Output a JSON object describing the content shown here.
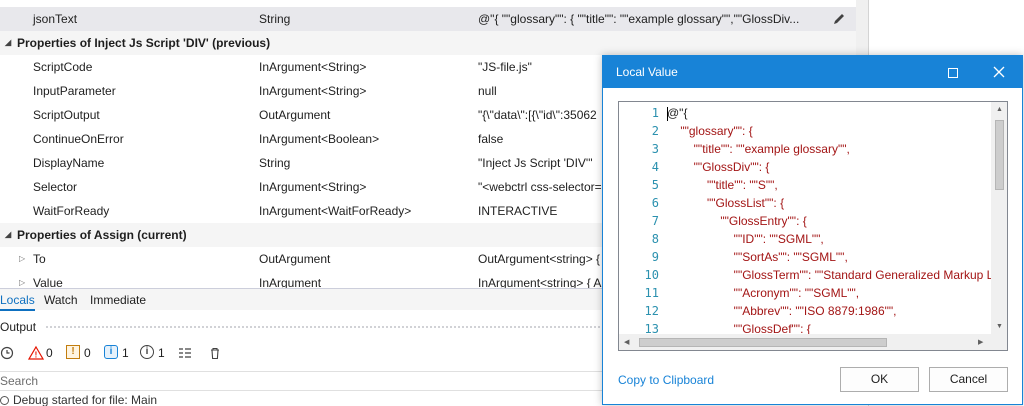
{
  "locals": {
    "rows_top": [
      {
        "name": "jsonText",
        "type": "String",
        "value": "@\"{    \"\"glossary\"\": {        \"\"title\"\": \"\"example glossary\"\",\"\"GlossDiv..."
      }
    ],
    "group1": "Properties of Inject Js Script 'DIV' (previous)",
    "rows_group1": [
      {
        "name": "ScriptCode",
        "type": "InArgument<String>",
        "value": "\"JS-file.js\""
      },
      {
        "name": "InputParameter",
        "type": "InArgument<String>",
        "value": "null"
      },
      {
        "name": "ScriptOutput",
        "type": "OutArgument",
        "value": "\"{\\\"data\\\":[{\\\"id\\\":35062"
      },
      {
        "name": "ContinueOnError",
        "type": "InArgument<Boolean>",
        "value": "false"
      },
      {
        "name": "DisplayName",
        "type": "String",
        "value": "\"Inject Js Script 'DIV'\""
      },
      {
        "name": "Selector",
        "type": "InArgument<String>",
        "value": "\"<webctrl css-selector="
      },
      {
        "name": "WaitForReady",
        "type": "InArgument<WaitForReady>",
        "value": "INTERACTIVE"
      }
    ],
    "group2": "Properties of Assign (current)",
    "rows_group2": [
      {
        "name": "To",
        "type": "OutArgument",
        "value": "OutArgument<string> {"
      },
      {
        "name": "Value",
        "type": "InArgument",
        "value": "InArgument<string> { A"
      }
    ]
  },
  "tabs": [
    "Locals",
    "Watch",
    "Immediate"
  ],
  "output": {
    "title": "Output",
    "error_count": "0",
    "warning_count": "0",
    "info_count": "1",
    "trace_count": "1",
    "search_placeholder": "Search",
    "log_line": "Debug started for file: Main"
  },
  "dialog": {
    "title": "Local Value",
    "lines": [
      "@\"{",
      "    \"\"glossary\"\": {",
      "        \"\"title\"\": \"\"example glossary\"\",",
      "        \"\"GlossDiv\"\": {",
      "            \"\"title\"\": \"\"S\"\",",
      "            \"\"GlossList\"\": {",
      "                \"\"GlossEntry\"\": {",
      "                    \"\"ID\"\": \"\"SGML\"\",",
      "                    \"\"SortAs\"\": \"\"SGML\"\",",
      "                    \"\"GlossTerm\"\": \"\"Standard Generalized Markup La",
      "                    \"\"Acronym\"\": \"\"SGML\"\",",
      "                    \"\"Abbrev\"\": \"\"ISO 8879:1986\"\",",
      "                    \"\"GlossDef\"\": {"
    ],
    "line_numbers": [
      "1",
      "2",
      "3",
      "4",
      "5",
      "6",
      "7",
      "8",
      "9",
      "10",
      "11",
      "12",
      "13"
    ],
    "copy_label": "Copy to Clipboard",
    "ok_label": "OK",
    "cancel_label": "Cancel"
  },
  "colors": {
    "accent": "#1883d7",
    "string": "#a31515",
    "line_number": "#2b91af"
  }
}
